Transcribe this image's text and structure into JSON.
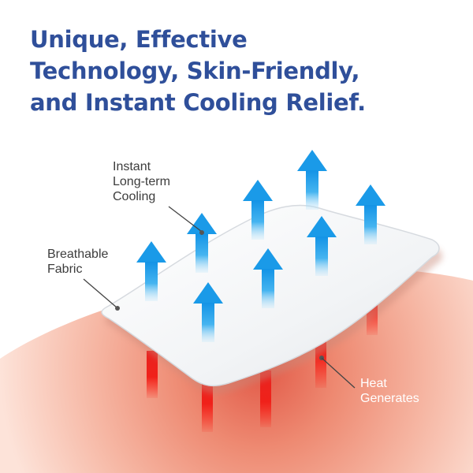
{
  "headline": {
    "line1": "Unique, Effective",
    "line2": "Technology, Skin-Friendly,",
    "line3": "and Instant Cooling Relief."
  },
  "labels": {
    "cooling": [
      "Instant",
      "Long-term",
      "Cooling"
    ],
    "fabric": [
      "Breathable",
      "Fabric"
    ],
    "heat": [
      "Heat",
      "Generates"
    ]
  },
  "colors": {
    "headline": "#2f4f9a",
    "cool_arrow": "#1a9ae8",
    "heat_line": "#e8231f",
    "skin": "#f2a48e",
    "label": "#3c3c3c"
  }
}
